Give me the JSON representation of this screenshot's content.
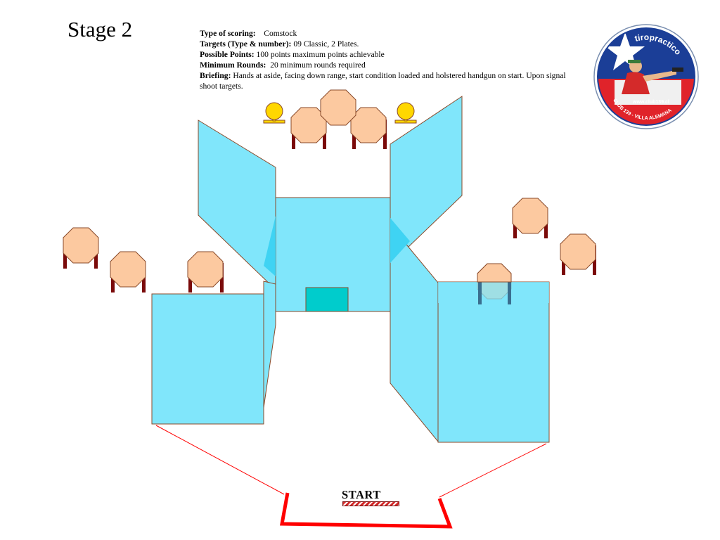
{
  "stage": {
    "title": "Stage 2"
  },
  "briefing": {
    "scoring_label": "Type of scoring:",
    "scoring_value": "Comstock",
    "targets_label": "Targets (Type & number):",
    "targets_value": "09 Classic,  2 Plates.",
    "points_label": "Possible Points:",
    "points_value": "100 points maximum points achievable",
    "rounds_label": "Minimum Rounds:",
    "rounds_value": "20 minimum rounds required",
    "briefing_label": "Briefing:",
    "briefing_value": "Hands at aside, facing down range, start condition loaded and holstered handgun on start. Upon signal shoot targets."
  },
  "start": {
    "label": "START"
  },
  "logo": {
    "arc_text": "tiropractico",
    "url": "www.club139.cl",
    "bottom_text": "CLUB 139 - VILLA ALEMANA"
  },
  "colors": {
    "wall_fill": "#80e6fb",
    "wall_stroke": "#8a4a2a",
    "target_fill": "#fcc9a0",
    "target_stand": "#7a0a0a",
    "plate_fill": "#ffd700",
    "start_box": "#ff0000",
    "barrel": "#00cccc"
  }
}
